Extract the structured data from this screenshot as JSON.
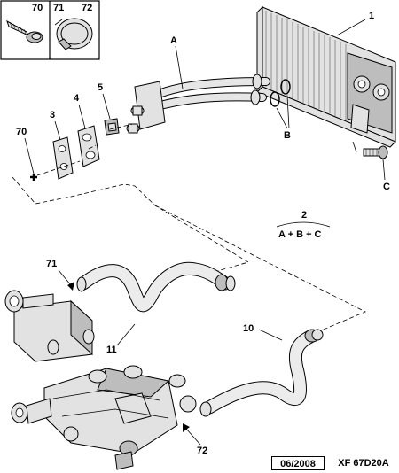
{
  "inset": {
    "labels": [
      "70",
      "71",
      "72"
    ]
  },
  "callouts": {
    "heater_matrix": "1",
    "formula_number": "2",
    "gasket": "3",
    "seal_plate": "4",
    "clip": "5",
    "pipe_group": "A",
    "o_rings": "B",
    "screw": "C",
    "screw_70": "70",
    "hose_10": "10",
    "hose_11": "11",
    "clamp_71": "71",
    "clamp_72": "72"
  },
  "formula": "A + B + C",
  "footer": {
    "date": "06/2008",
    "reference": "XF 67D20A"
  }
}
